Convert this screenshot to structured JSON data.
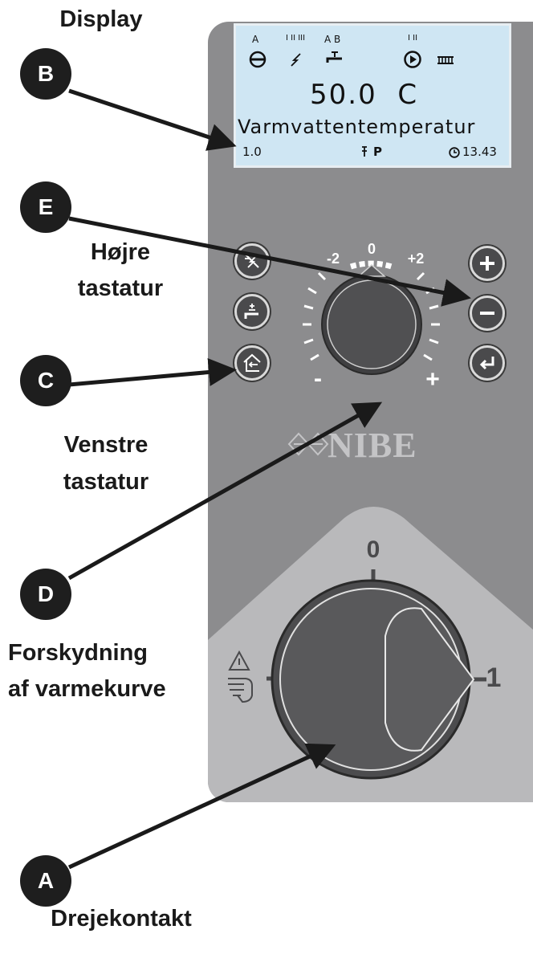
{
  "labels": {
    "display": "Display",
    "hojre_line1": "Højre",
    "hojre_line2": "tastatur",
    "venstre_line1": "Venstre",
    "venstre_line2": "tastatur",
    "forskydning_line1": "Forskydning",
    "forskydning_line2": "af varmekurve",
    "drejekontakt": "Drejekontakt"
  },
  "callouts": {
    "b": "B",
    "e": "E",
    "c": "C",
    "d": "D",
    "a": "A"
  },
  "lcd": {
    "label_a": "A",
    "label_bars3": "I II III",
    "label_ab": "A B",
    "label_bars2": "I II",
    "temperature": "50.0  C",
    "parameter": "Varmvattentemperatur",
    "menu_number": "1.0",
    "mode_p": "P",
    "time": "13.43"
  },
  "small_dial": {
    "tick_minus2": "-2",
    "tick_zero": "0",
    "tick_plus2": "+2",
    "minus_sign": "-",
    "plus_sign": "+"
  },
  "brand": "NIBE",
  "main_dial": {
    "position_zero": "0",
    "position_one": "1"
  },
  "colors": {
    "panel": "#8c8c8e",
    "panel_lower": "#b9b9bb",
    "lcd_bg": "#cfe6f3",
    "arrow": "#1a1a1a"
  },
  "icons": {
    "lcd_row": [
      "compressor-icon",
      "lightning-icon",
      "tap-icon",
      "pump-icon",
      "heater-icon"
    ],
    "left_buttons": [
      "heating-mode-icon",
      "hot-water-icon",
      "back-icon"
    ],
    "right_buttons": [
      "plus-icon",
      "minus-icon",
      "enter-icon"
    ],
    "warning": [
      "warning-icon",
      "hand-icon"
    ]
  }
}
